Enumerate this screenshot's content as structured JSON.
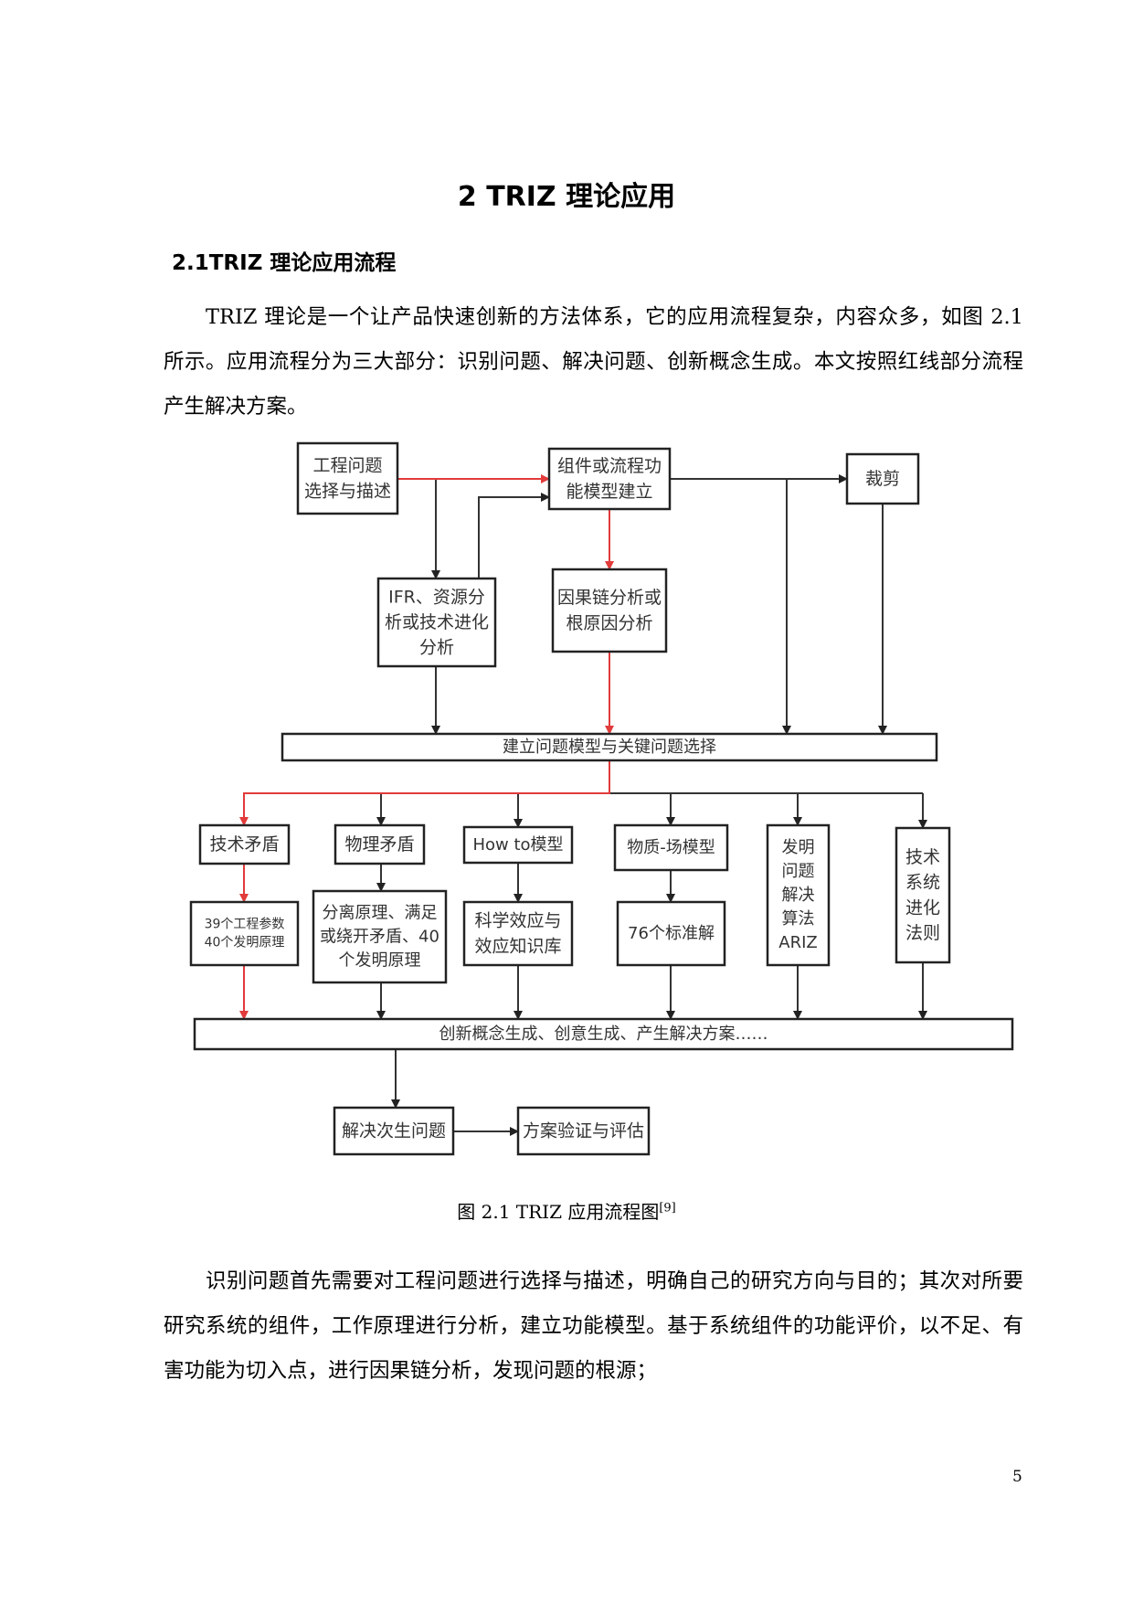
{
  "title": "2 TRIZ 理论应用",
  "section_heading": "2.1TRIZ 理论应用流程",
  "paragraph1": "TRIZ 理论是一个让产品快速创新的方法体系，它的应用流程复杂，内容众多，如图 2.1 所示。应用流程分为三大部分：识别问题、解决问题、创新概念生成。本文按照红线部分流程产生解决方案。",
  "figure": {
    "boxes": {
      "engineering_problem": [
        "工程问题",
        "选择与描述"
      ],
      "function_model": [
        "组件或流程功",
        "能模型建立"
      ],
      "trimming": [
        "裁剪"
      ],
      "ifr": [
        "IFR、资源分",
        "析或技术进化",
        "分析"
      ],
      "causal": [
        "因果链分析或",
        "根原因分析"
      ],
      "problem_model": [
        "建立问题模型与关键问题选择"
      ],
      "tech_contradiction": [
        "技术矛盾"
      ],
      "phys_contradiction": [
        "物理矛盾"
      ],
      "howto": [
        "How  to模型"
      ],
      "su_field": [
        "物质-场模型"
      ],
      "ariz": [
        "发明",
        "问题",
        "解决",
        "算法",
        "ARIZ"
      ],
      "evolution": [
        "技术",
        "系统",
        "进化",
        "法则"
      ],
      "params": [
        "39个工程参数",
        "40个发明原理"
      ],
      "separation": [
        "分离原理、满足",
        "或绕开矛盾、40",
        "个发明原理"
      ],
      "effects": [
        "科学效应与",
        "效应知识库"
      ],
      "standard": [
        "76个标准解"
      ],
      "concept": [
        "创新概念生成、创意生成、产生解决方案……"
      ],
      "secondary": [
        "解决次生问题"
      ],
      "evaluation": [
        "方案验证与评估"
      ]
    },
    "caption": "图 2.1  TRIZ 应用流程图",
    "caption_ref": "[9]",
    "colors": {
      "highlight_path": "#e23b3b",
      "line": "#333333"
    }
  },
  "paragraph2": "识别问题首先需要对工程问题进行选择与描述，明确自己的研究方向与目的；其次对所要研究系统的组件，工作原理进行分析，建立功能模型。基于系统组件的功能评价，以不足、有害功能为切入点，进行因果链分析，发现问题的根源；",
  "page_number": "5"
}
